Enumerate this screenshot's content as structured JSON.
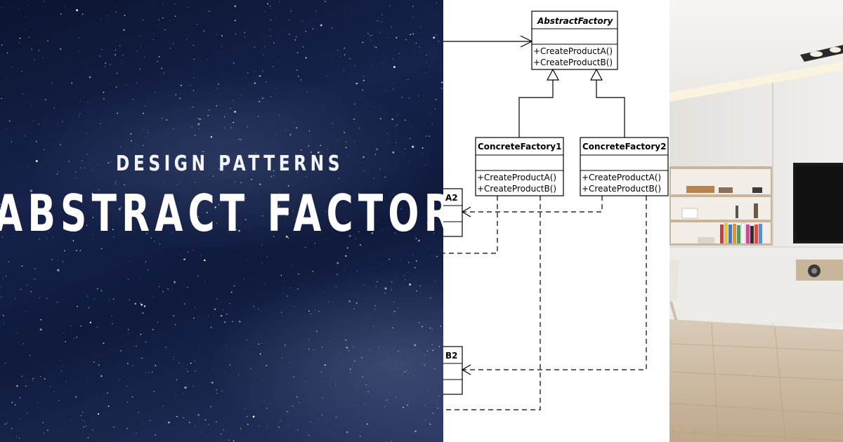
{
  "hero": {
    "subtitle": "DESIGN PATTERNS",
    "title": "ABSTRACT FACTORY"
  },
  "uml": {
    "abstract_factory": {
      "name": "AbstractFactory",
      "methods": [
        "+CreateProductA()",
        "+CreateProductB()"
      ]
    },
    "concrete_factory_1": {
      "name": "ConcreteFactory1",
      "methods": [
        "+CreateProductA()",
        "+CreateProductB()"
      ]
    },
    "concrete_factory_2": {
      "name": "ConcreteFactory2",
      "methods": [
        "+CreateProductA()",
        "+CreateProductB()"
      ]
    },
    "product_a2_fragment": "A2",
    "product_b2_fragment": "B2"
  },
  "colors": {
    "night_sky": "#0f1a3c",
    "diagram_bg": "#ffffff",
    "room_wall": "#e9e6e2",
    "floor_wood": "#cbb79e"
  }
}
